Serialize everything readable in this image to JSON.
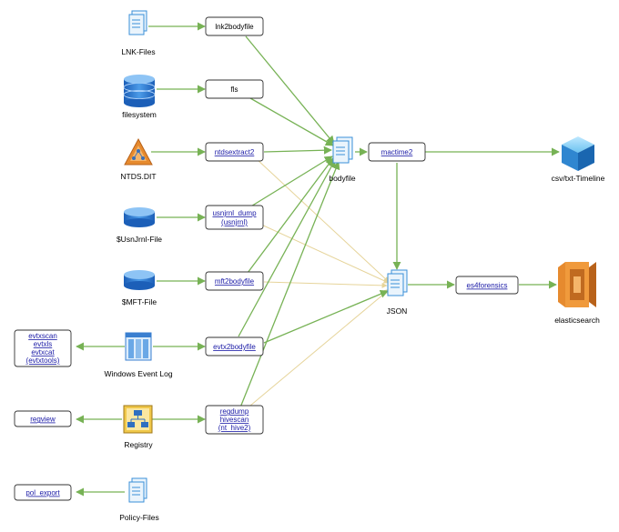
{
  "sources": {
    "lnk": "LNK-Files",
    "filesystem": "filesystem",
    "ntds": "NTDS.DIT",
    "usnjrnl": "$UsnJrnl-File",
    "mft": "$MFT-File",
    "evtlog": "Windows Event Log",
    "registry": "Registry",
    "policy": "Policy-Files"
  },
  "tools": {
    "lnk2bodyfile": "lnk2bodyfile",
    "fls": "fls",
    "ntdsextract2": "ntdsextract2",
    "usnjrnl_dump": [
      "usnjrnl_dump",
      "(usnjrnl)"
    ],
    "mft2bodyfile": "mft2bodyfile",
    "evtx2bodyfile": "evtx2bodyfile",
    "regdump": [
      "regdump",
      "hivescan",
      "(nt_hive2)"
    ],
    "evtxtools": [
      "evtxscan",
      "evtxls",
      "evtxcat",
      "(evtxtools)"
    ],
    "regview": "regview",
    "pol_export": "pol_export",
    "mactime2": "mactime2",
    "es4forensics": "es4forensics"
  },
  "nodes": {
    "bodyfile": "bodyfile",
    "json": "JSON",
    "csv_timeline": "csv/txt-Timeline",
    "elasticsearch": "elasticsearch"
  },
  "colors": {
    "green_edge": "#77b255",
    "tan_edge": "#e6d49a",
    "link": "#1a1aa6",
    "blue_icon": "#3a7fd0",
    "orange_icon": "#e68a2e"
  }
}
